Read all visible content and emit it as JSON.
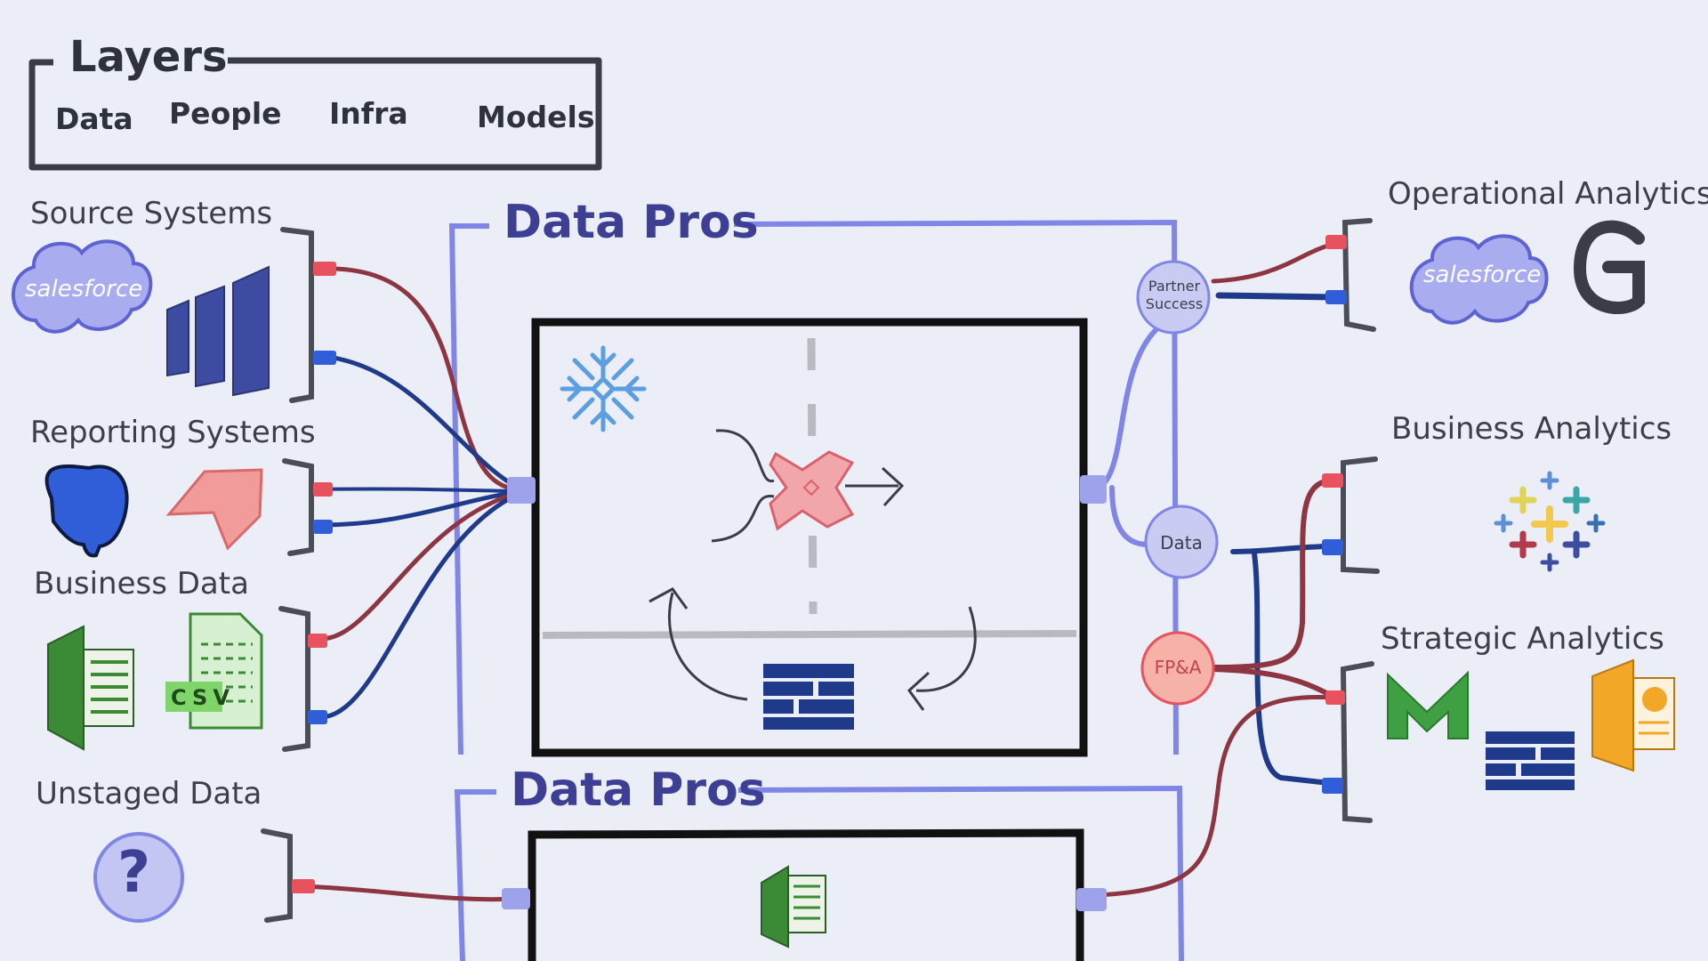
{
  "layers": {
    "title": "Layers",
    "items": [
      "Data",
      "People",
      "Infra",
      "Models"
    ]
  },
  "sources": {
    "source_systems": "Source Systems",
    "reporting_systems": "Reporting Systems",
    "business_data": "Business Data",
    "unstaged_data": "Unstaged Data"
  },
  "pros": {
    "top": "Data Pros",
    "bottom": "Data Pros"
  },
  "teams": {
    "partner": "Partner Success",
    "data": "Data",
    "fpa": "FP&A"
  },
  "outputs": {
    "operational": "Operational Analytics",
    "business": "Business Analytics",
    "strategic": "Strategic Analytics"
  },
  "logos": {
    "salesforce": "salesforce",
    "csv": "CSV",
    "unknown": "?"
  },
  "colors": {
    "red_link": "#8e3542",
    "blue_link": "#1f3a8a",
    "accent_purple": "#7f86e6",
    "title_purple": "#3d3f95"
  }
}
